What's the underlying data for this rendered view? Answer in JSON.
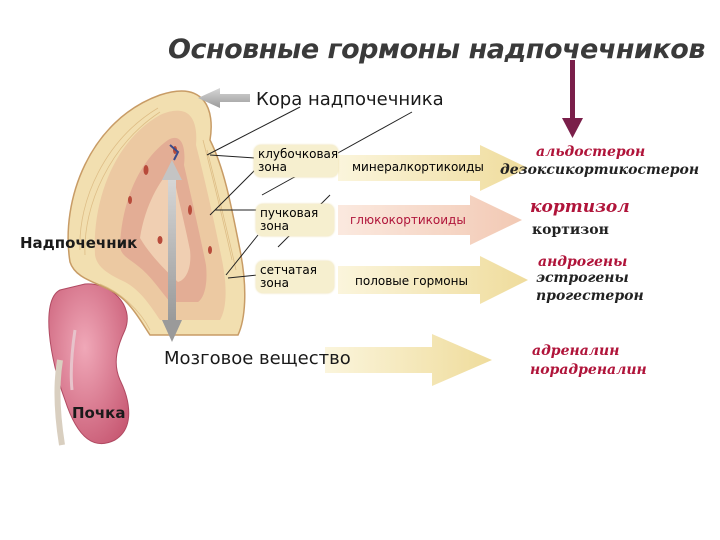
{
  "title": "Основные гормоны надпочечников",
  "labels": {
    "cortex": "Кора надпочечника",
    "adrenal": "Надпочечник",
    "medulla": "Мозговое вещество",
    "kidney": "Почка"
  },
  "zones": [
    {
      "name_line1": "клубочковая",
      "name_line2": "зона",
      "hormone_class": "минералкортикоиды"
    },
    {
      "name_line1": "пучковая",
      "name_line2": "зона",
      "hormone_class": "глюкокортикоиды"
    },
    {
      "name_line1": "сетчатая",
      "name_line2": "зона",
      "hormone_class": "половые гормоны"
    }
  ],
  "hormones": {
    "mineralocorticoids": [
      "альдостерон",
      "дезоксикортикостерон"
    ],
    "glucocorticoids": [
      "кортизол",
      "кортизон"
    ],
    "sex": [
      "андрогены",
      "эстрогены",
      "прогестерон"
    ],
    "medulla": [
      "адреналин",
      "норадреналин"
    ]
  },
  "colors": {
    "accent_red": "#b0143a",
    "arrow_fill": "#f3e6b8",
    "gray_arrow": "#b8b8b8",
    "kidney": "#d9788e",
    "gland_outer": "#f2dfb0",
    "gland_inner": "#e7b49a"
  }
}
